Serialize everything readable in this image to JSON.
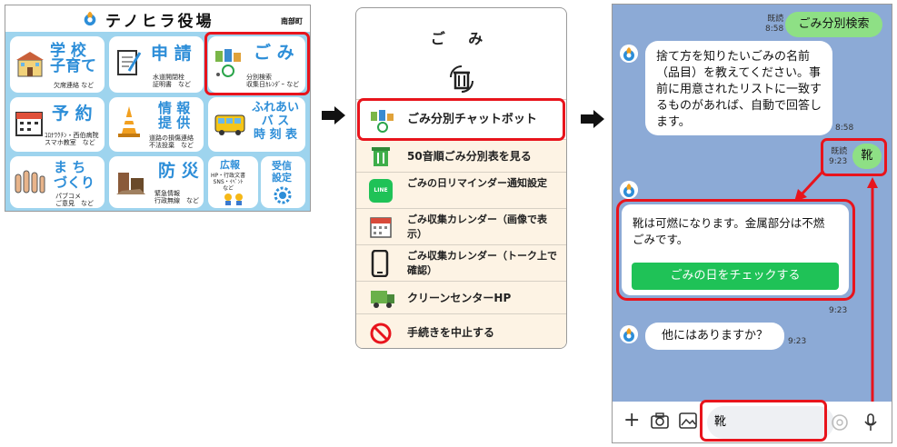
{
  "richmenu": {
    "title": "テノヒラ役場",
    "subtitle": "南部町",
    "tiles": [
      {
        "big": "学 校\n子育て",
        "small": "欠席連絡 など"
      },
      {
        "big": "申 請",
        "small": "水道開閉栓\n証明書　など"
      },
      {
        "big": "ご み",
        "small": "分別検索\n収集日ｶﾚﾝﾀﾞｰ など"
      },
      {
        "big": "予 約",
        "small": "ｺﾛﾅﾜｸﾁﾝ・西伯病院\nスマホ教室　など"
      },
      {
        "big": "情 報\n提 供",
        "small": "道路の損傷連絡\n不法投棄　など"
      },
      {
        "big": "ふれあい\nバ ス\n時 刻 表",
        "small": ""
      },
      {
        "big": "ま ち\nづくり",
        "small": "パブコメ\nご意見　など"
      },
      {
        "big": "防 災",
        "small": "緊急情報\n行政無線　など"
      },
      {
        "big": "広報",
        "small": "HP・行政文書\nSNS・ｲﾍﾞﾝﾄ\nなど"
      },
      {
        "big": "受信\n設定",
        "small": ""
      }
    ]
  },
  "menu": {
    "title": "ご み",
    "items": [
      "ごみ分別チャットボット",
      "50音順ごみ分別表を見る",
      "ごみの日リマインダー通知設定",
      "ごみ収集カレンダー（画像で表示）",
      "ごみ収集カレンダー（トーク上で確認）",
      "クリーンセンターHP",
      "手続きを中止する"
    ],
    "line_icon": "LINE"
  },
  "chat": {
    "read_label": "既読",
    "m1": {
      "text": "ごみ分別検索",
      "time": "8:58"
    },
    "b1": {
      "text": "捨て方を知りたいごみの名前（品目）を教えてください。事前に用意されたリストに一致するものがあれば、自動で回答します。",
      "time": "8:58"
    },
    "m2": {
      "text": "靴",
      "time": "9:23"
    },
    "b2": {
      "text": "靴は可燃になります。金属部分は不燃ごみです。",
      "button": "ごみの日をチェックする",
      "time": "9:23"
    },
    "b3": {
      "text": "他にはありますか？",
      "time": "9:23"
    },
    "input_value": "靴"
  },
  "colors": {
    "accent_red": "#e8141c",
    "line_green": "#1fc257",
    "menu_blue": "#2d8ed8",
    "chat_bg": "#8caad6"
  }
}
